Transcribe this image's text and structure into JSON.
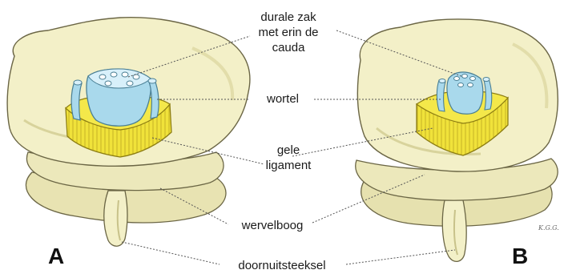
{
  "labels": {
    "dural_sac_line1": "durale zak",
    "dural_sac_line2": "met erin de",
    "dural_sac_line3": "cauda",
    "root": "wortel",
    "yellow_ligament_line1": "gele",
    "yellow_ligament_line2": "ligament",
    "vertebral_arch": "wervelboog",
    "spinous_process": "doornuitsteeksel"
  },
  "panels": {
    "left": "A",
    "right": "B"
  },
  "artist_signature": "K.G.G.",
  "colors": {
    "bone_fill": "#f3f0c8",
    "bone_shadow": "#d8d39c",
    "bone_outline": "#6b6645",
    "ligament_yellow": "#f0e23a",
    "ligament_dark": "#b8a51c",
    "dural_blue": "#a9d9ec",
    "dural_light": "#d8f0fa",
    "leader_line": "#555555"
  }
}
